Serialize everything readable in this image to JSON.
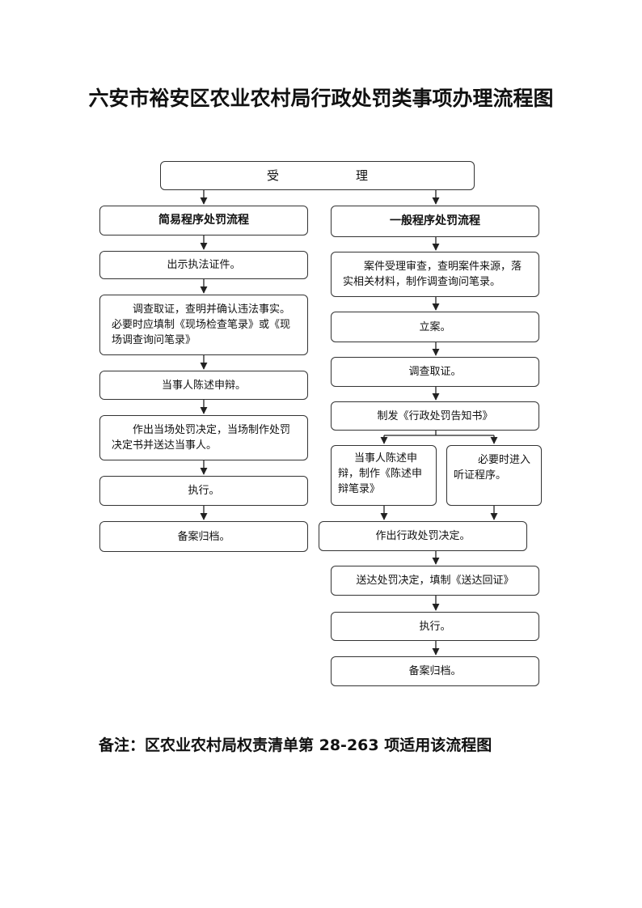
{
  "title": "六安市裕安区农业农村局行政处罚类事项办理流程图",
  "flow": {
    "accept": "受　理",
    "simple": {
      "header": "简易程序处罚流程",
      "steps": [
        "出示执法证件。",
        "调查取证，查明并确认违法事实。必要时应填制《现场检查笔录》或《现场调查询问笔录》",
        "当事人陈述申辩。",
        "作出当场处罚决定，当场制作处罚决定书并送达当事人。",
        "执行。",
        "备案归档。"
      ]
    },
    "general": {
      "header": "一般程序处罚流程",
      "steps": [
        "案件受理审查，查明案件来源，落实相关材料，制作调查询问笔录。",
        "立案。",
        "调查取证。",
        "制发《行政处罚告知书》",
        "当事人陈述申辩，制作《陈述申辩笔录》",
        "必要时进入听证程序。",
        "作出行政处罚决定。",
        "送达处罚决定，填制《送达回证》",
        "执行。",
        "备案归档。"
      ]
    }
  },
  "note": "备注：区农业农村局权责清单第 28-263 项适用该流程图"
}
